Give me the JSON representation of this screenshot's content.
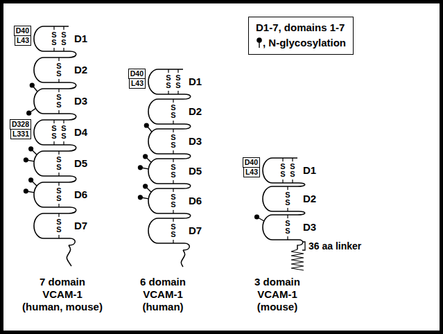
{
  "diagram": {
    "nodes": [
      {
        "text": [
          "D40"
        ]
      },
      {
        "text": [
          "L43"
        ]
      },
      {
        "text": [
          "D40"
        ]
      },
      {
        "text": [
          "L43"
        ]
      },
      {
        "text": [
          "D40"
        ]
      },
      {
        "text": [
          "L43"
        ]
      },
      {
        "text": [
          "D328"
        ]
      },
      {
        "text": [
          "L331"
        ]
      }
    ],
    "labels": [
      "D1",
      "S S",
      "S S",
      "D2",
      "S S",
      "D3",
      "S S",
      "D4",
      "S S",
      "S S",
      "D5",
      "S S",
      "D6",
      "S S",
      "D7",
      "S S",
      "D1",
      "S S",
      "S S",
      "D2",
      "S S",
      "D3",
      "S S",
      "D5",
      "S S",
      "D6",
      "S S",
      "D7",
      "S S",
      "D1",
      "S S",
      "S S",
      "D2",
      "S S",
      "D3",
      "S S",
      "36 aa linker",
      "7 domain",
      "VCAM-1",
      "(human, mouse)",
      "6 domain",
      "VCAM-1",
      "(human)",
      "3 domain",
      "VCAM-1",
      "(mouse)"
    ],
    "legend": [
      {
        "text": "D1-7, domains 1-7"
      },
      {
        "text": ", N-glycosylation"
      }
    ]
  }
}
